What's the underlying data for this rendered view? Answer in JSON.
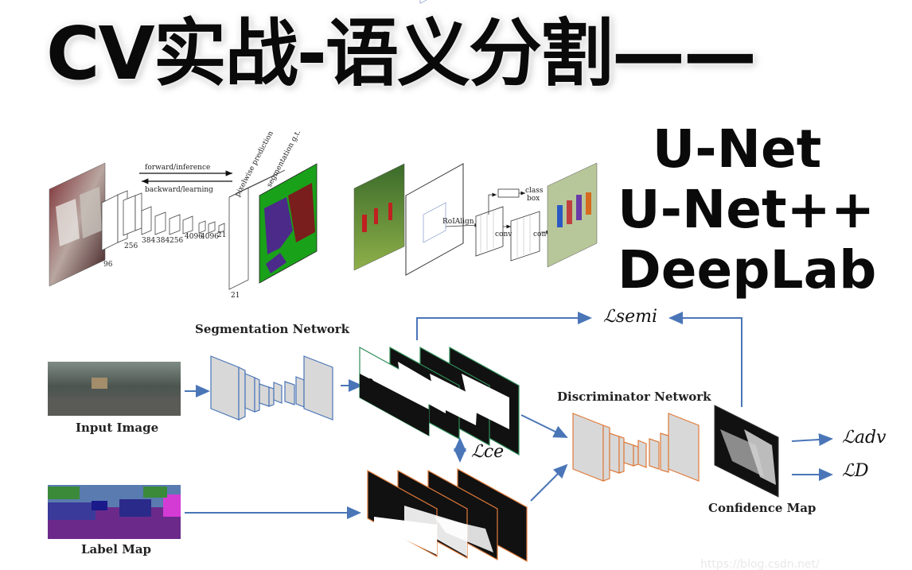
{
  "title": "CV实战-语义分割——",
  "models": [
    "U-Net",
    "U-Net++",
    "DeepLab"
  ],
  "fcn": {
    "forward_label": "forward/inference",
    "backward_label": "backward/learning",
    "pixelwise_label": "pixelwise prediction",
    "seg_gt_label": "segmentation g.t.",
    "channel_numbers": [
      "96",
      "256",
      "384",
      "384",
      "256",
      "4096",
      "4096",
      "21",
      "21"
    ]
  },
  "maskrcnn": {
    "roialign_label": "RoIAlign",
    "conv_labels": [
      "conv",
      "conv"
    ],
    "class_box_label": "class\nbox"
  },
  "adv": {
    "segmentation_network_label": "Segmentation Network",
    "input_image_label": "Input Image",
    "label_map_label": "Label Map",
    "discriminator_label": "Discriminator Network",
    "confidence_map_label": "Confidence Map",
    "loss_semi": "ℒsemi",
    "loss_ce": "ℒce",
    "loss_adv": "ℒadv",
    "loss_d": "ℒD"
  },
  "colors": {
    "arrow_blue": "#4a76b8",
    "green_frame": "#2e8b57",
    "orange_frame": "#e07a3a",
    "network_fill": "#d8d8d8"
  }
}
